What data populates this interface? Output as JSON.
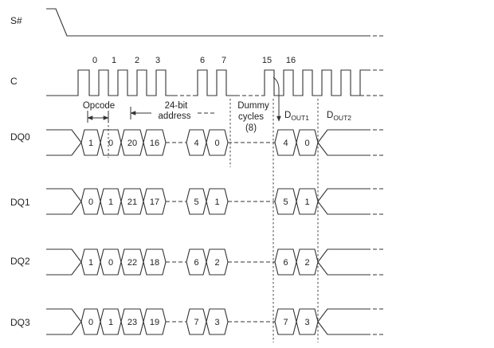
{
  "signals": {
    "s_label": "S#",
    "c_label": "C",
    "dq0_label": "DQ0",
    "dq1_label": "DQ1",
    "dq2_label": "DQ2",
    "dq3_label": "DQ3"
  },
  "clock_numbers": {
    "n0": "0",
    "n1": "1",
    "n2": "2",
    "n3": "3",
    "n6": "6",
    "n7": "7",
    "n15": "15",
    "n16": "16"
  },
  "annotations": {
    "opcode": "Opcode",
    "addr_line1": "24-bit",
    "addr_line2": "address",
    "dummy_line1": "Dummy",
    "dummy_line2": "cycles",
    "dummy_line3": "(8)",
    "dout1_main": "D",
    "dout1_sub": "OUT1",
    "dout2_main": "D",
    "dout2_sub": "OUT2"
  },
  "lanes": [
    {
      "opcode": [
        "1",
        "0"
      ],
      "address": [
        "20",
        "16",
        "4",
        "0"
      ],
      "data": [
        "4",
        "0"
      ]
    },
    {
      "opcode": [
        "0",
        "1"
      ],
      "address": [
        "21",
        "17",
        "5",
        "1"
      ],
      "data": [
        "5",
        "1"
      ]
    },
    {
      "opcode": [
        "1",
        "0"
      ],
      "address": [
        "22",
        "18",
        "6",
        "2"
      ],
      "data": [
        "6",
        "2"
      ]
    },
    {
      "opcode": [
        "0",
        "1"
      ],
      "address": [
        "23",
        "19",
        "7",
        "3"
      ],
      "data": [
        "7",
        "3"
      ]
    }
  ]
}
